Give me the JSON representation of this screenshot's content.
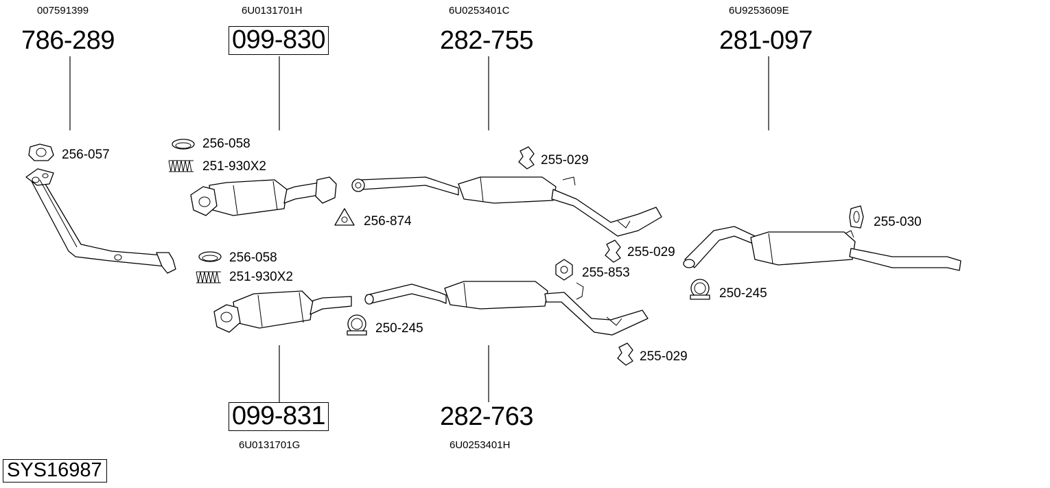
{
  "oem_numbers": {
    "front_pipe": "007591399",
    "cat_1": "6U0131701H",
    "middle_1": "6U0253401C",
    "rear": "6U9253609E",
    "cat_2": "6U0131701G",
    "middle_2": "6U0253401H"
  },
  "parts": {
    "front_pipe": "786-289",
    "cat_1": "099-830",
    "middle_1": "282-755",
    "rear": "281-097",
    "cat_2": "099-831",
    "middle_2": "282-763"
  },
  "accessories": {
    "gasket_front": "256-057",
    "ring_upper": "256-058",
    "spring_upper": "251-930X2",
    "triangle_gasket": "256-874",
    "ring_lower": "256-058",
    "spring_lower": "251-930X2",
    "clamp_lower": "250-245",
    "hanger_top": "255-029",
    "hanger_mid_right": "255-029",
    "hanger_mid_lower": "255-853",
    "hanger_bottom": "255-029",
    "clamp_rear": "250-245",
    "hanger_rear": "255-030"
  },
  "system_id": "SYS16987"
}
